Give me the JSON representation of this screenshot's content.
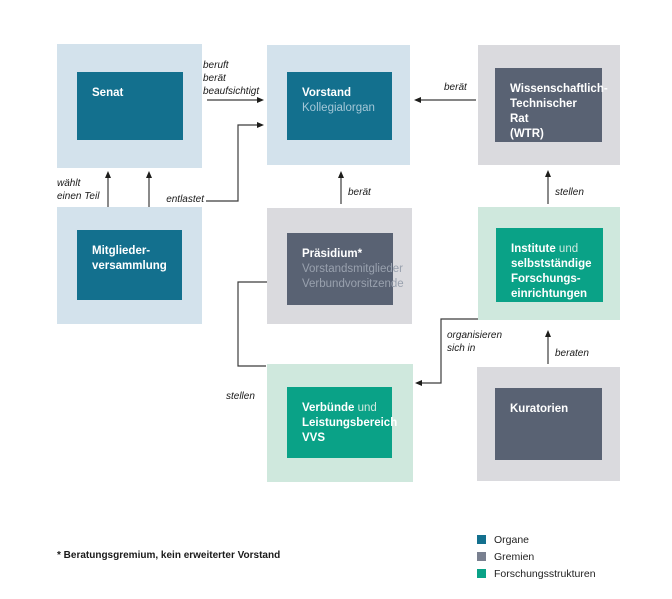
{
  "boxes": {
    "senat": {
      "title": "Senat"
    },
    "vorstand": {
      "title": "Vorstand",
      "subtitle": "Kollegialorgan"
    },
    "wtr": {
      "title": "Wissenschaftlich-\nTechnischer Rat\n(WTR)"
    },
    "mitgliederversammlung": {
      "title": "Mitglieder-\nversammlung"
    },
    "praesidium": {
      "title": "Präsidium*",
      "subtitle": "Vorstandsmitglieder\nVerbundvorsitzende"
    },
    "institute": {
      "title_bold": "Institute",
      "title_regular": " und",
      "title_rest": "\nselbstständige\nForschungs-\neinrichtungen"
    },
    "verbuende": {
      "title_bold": "Verbünde",
      "title_regular": " und",
      "title_rest": "\nLeistungsbereich\nVVS"
    },
    "kuratorien": {
      "title": "Kuratorien"
    }
  },
  "arrow_labels": {
    "senat_to_vorstand": "beruft\nberät\nbeaufsichtigt",
    "waehlt_einen_teil": "wählt\neinen Teil",
    "entlastet": "entlastet",
    "wtr_to_vorstand": "berät",
    "praesidium_to_vorstand": "berät",
    "institute_to_wtr": "stellen",
    "kuratorien_to_institute": "beraten",
    "institute_to_verbuende": "organisieren\nsich in",
    "verbuende_to_praesidium": "stellen"
  },
  "legend": {
    "items": [
      {
        "label": "Organe",
        "color": "#13708e"
      },
      {
        "label": "Gremien",
        "color": "#798090"
      },
      {
        "label": "Forschungsstrukturen",
        "color": "#0aa287"
      }
    ]
  },
  "footnote": "* Beratungsgremium, kein erweiterter Vorstand",
  "palette": {
    "organe_fill": "#13708e",
    "organe_bg": "#d3e2ec",
    "gremien_fill": "#596273",
    "gremien_bg": "#dadade",
    "forschung_fill": "#0aa287",
    "forschung_bg": "#cfe8dd",
    "arrow": "#3c3c3c"
  }
}
